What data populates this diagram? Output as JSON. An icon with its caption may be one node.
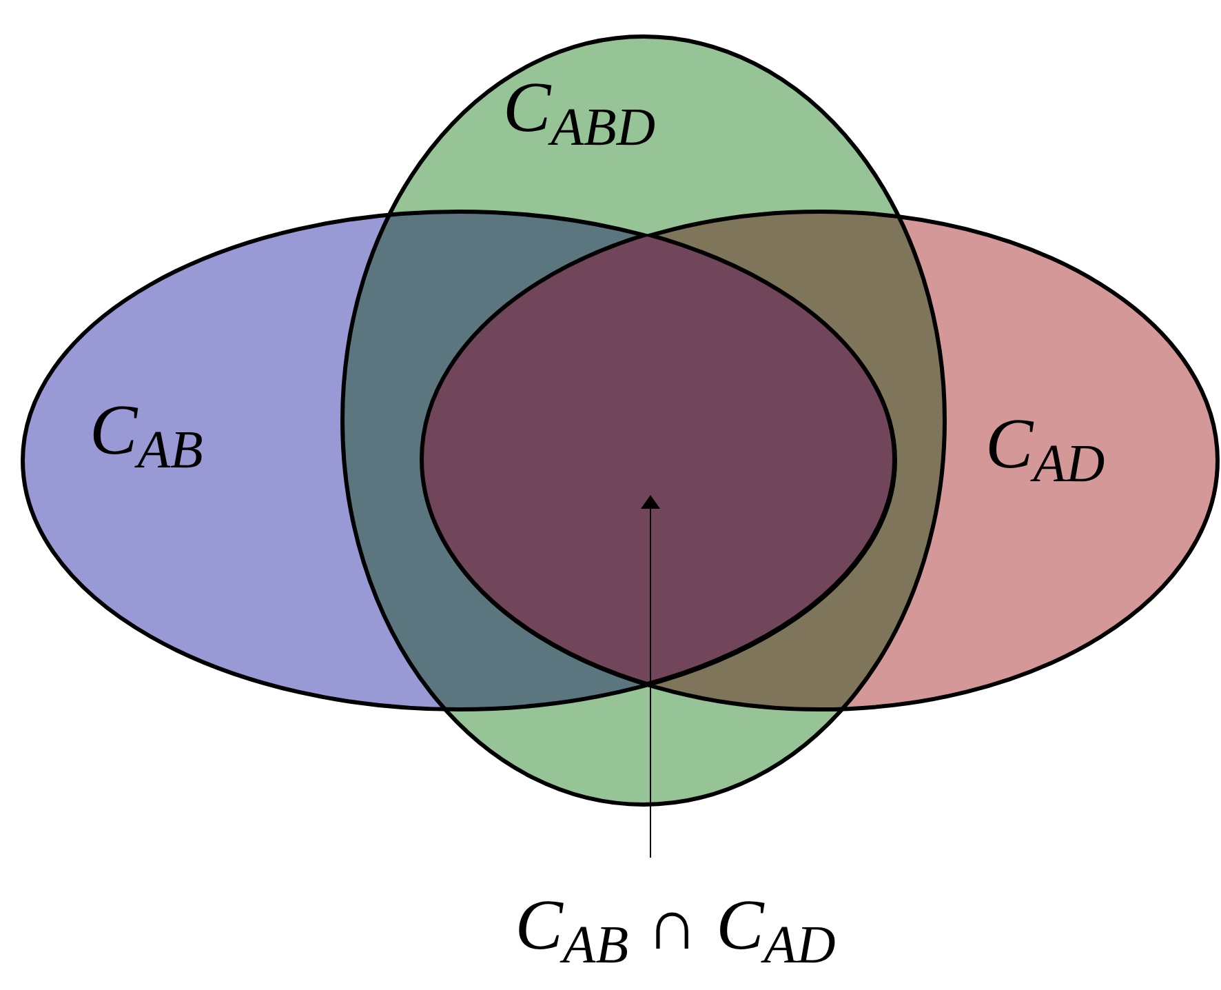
{
  "diagram": {
    "nodes": [
      {
        "text": [
          "C$_{AB}$"
        ]
      },
      {
        "text": [
          "C$_{ABD}$"
        ]
      },
      {
        "text": [
          "C$_{AD}$"
        ]
      },
      {
        "text": [
          "C$_{AB}$ ∩ C$_{AD}$"
        ]
      },
      {
        "text": [],
        "shape": "lens"
      }
    ],
    "edges": [
      {
        "from": 3,
        "to": 4,
        "arrow": "to"
      }
    ]
  }
}
